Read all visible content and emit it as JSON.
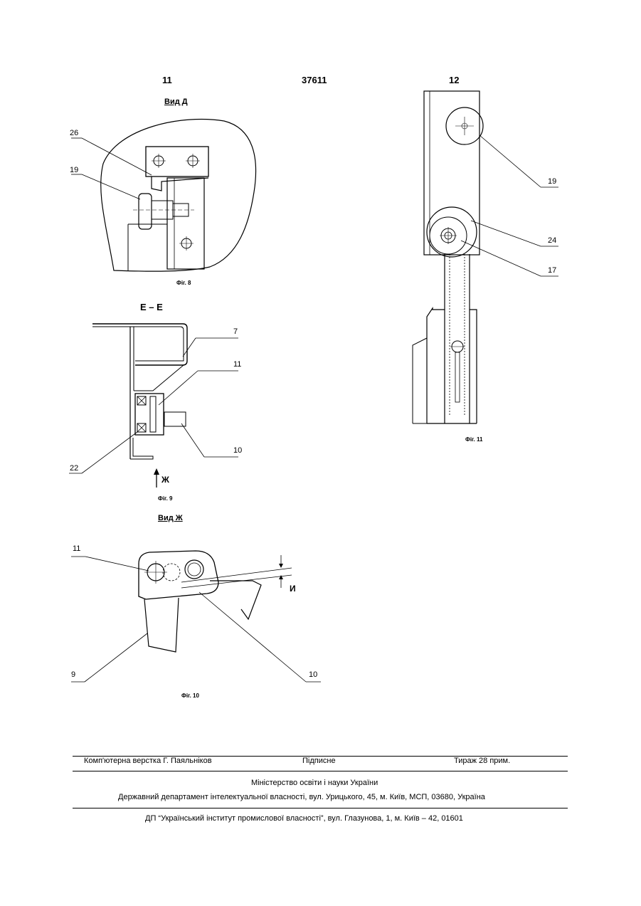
{
  "header": {
    "left_page": "11",
    "patent_number": "37611",
    "right_page": "12"
  },
  "fig8": {
    "view_title": "Вид Д",
    "caption": "Фіг. 8",
    "callouts": [
      "26",
      "19"
    ]
  },
  "fig9": {
    "section_title": "Е – Е",
    "caption": "Фіг. 9",
    "arrow_label": "Ж",
    "callouts": [
      "7",
      "11",
      "10",
      "22"
    ]
  },
  "fig10": {
    "view_title": "Вид Ж",
    "caption": "Фіг. 10",
    "dim_label": "И",
    "callouts": [
      "11",
      "9",
      "10"
    ]
  },
  "fig11": {
    "caption": "Фіг. 11",
    "callouts": [
      "19",
      "24",
      "17"
    ]
  },
  "footer": {
    "layout": "Комп'ютерна верстка Г. Паяльніков",
    "signed": "Підписне",
    "circulation": "Тираж 28 прим.",
    "ministry": "Міністерство освіти і науки України",
    "department": "Державний департамент інтелектуальної власності, вул. Урицького, 45, м. Київ, МСП, 03680, Україна",
    "institute": "ДП “Український інститут промислової власності”, вул. Глазунова, 1, м. Київ – 42, 01601"
  }
}
